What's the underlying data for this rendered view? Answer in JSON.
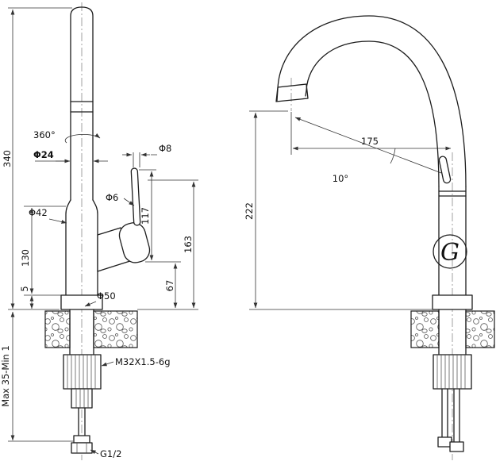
{
  "drawing": {
    "left_view": {
      "height_overall": "340",
      "rotation": "360°",
      "spout_dia": "Φ24",
      "rod_dia": "Φ8",
      "lever_dia": "Φ6",
      "body_dia": "Φ42",
      "lever_height": "117",
      "handle_top_height": "163",
      "body_height": "130",
      "handle_bottom_height": "67",
      "base_height": "5",
      "base_dia": "Φ50",
      "thread_spec": "M32X1.5-6g",
      "mount_thickness": "Max 35-Min 1",
      "inlet_thread": "G1/2"
    },
    "right_view": {
      "reach": "175",
      "outlet_angle": "10°",
      "outlet_height": "222",
      "logo_letter": "G"
    }
  }
}
